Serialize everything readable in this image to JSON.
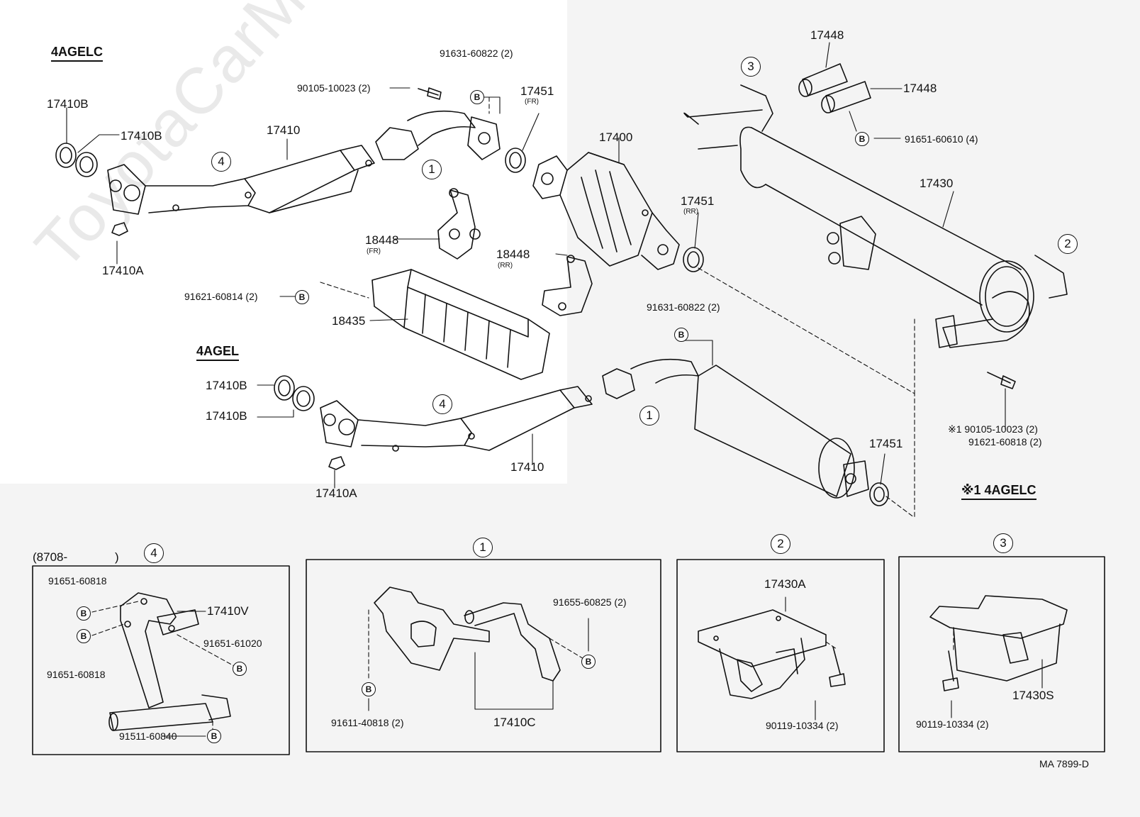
{
  "watermark": "ToyotaCarMtr.ru",
  "titles": {
    "engine_a": "4AGELC",
    "engine_b": "4AGEL",
    "note_variant": "※1 4AGELC"
  },
  "labels": {
    "p17410B_a1": "17410B",
    "p17410B_a2": "17410B",
    "p17410_a": "17410",
    "p17410A_a": "17410A",
    "p90105_10023_top": "90105-10023 (2)",
    "p91631_60822_top": "91631-60822 (2)",
    "p17451_fr": "17451",
    "p17451_fr_sub": "(FR)",
    "p17400": "17400",
    "p18448_fr": "18448",
    "p18448_fr_sub": "(FR)",
    "p18448_rr": "18448",
    "p18448_rr_sub": "(RR)",
    "p91621_60814": "91621-60814 (2)",
    "p18435": "18435",
    "p17451_rr": "17451",
    "p17451_rr_sub": "(RR)",
    "p17448_a": "17448",
    "p17448_b": "17448",
    "p91651_60610": "91651-60610 (4)",
    "p17430": "17430",
    "p91631_60822_mid": "91631-60822 (2)",
    "p17410B_b1": "17410B",
    "p17410B_b2": "17410B",
    "p17410_b": "17410",
    "p17410A_b": "17410A",
    "p17451_c": "17451",
    "p90105_10023_rt": "※1 90105-10023 (2)",
    "p91621_60818": "91621-60818 (2)",
    "d4_date": "(8708-",
    "d4_date_close": ")",
    "d4_91651_60818_a": "91651-60818",
    "d4_17410V": "17410V",
    "d4_91651_61020": "91651-61020",
    "d4_91651_60818_b": "91651-60818",
    "d4_91511_60840": "91511-60840",
    "d1_91655_60825": "91655-60825 (2)",
    "d1_91611_40818": "91611-40818 (2)",
    "d1_17410C": "17410C",
    "d2_17430A": "17430A",
    "d2_90119_10334": "90119-10334 (2)",
    "d3_17430S": "17430S",
    "d3_90119_10334": "90119-10334 (2)",
    "ref_code": "MA  7899-D"
  },
  "callouts": {
    "c1": "1",
    "c2": "2",
    "c3": "3",
    "c4": "4"
  },
  "bolt_marker": "B"
}
